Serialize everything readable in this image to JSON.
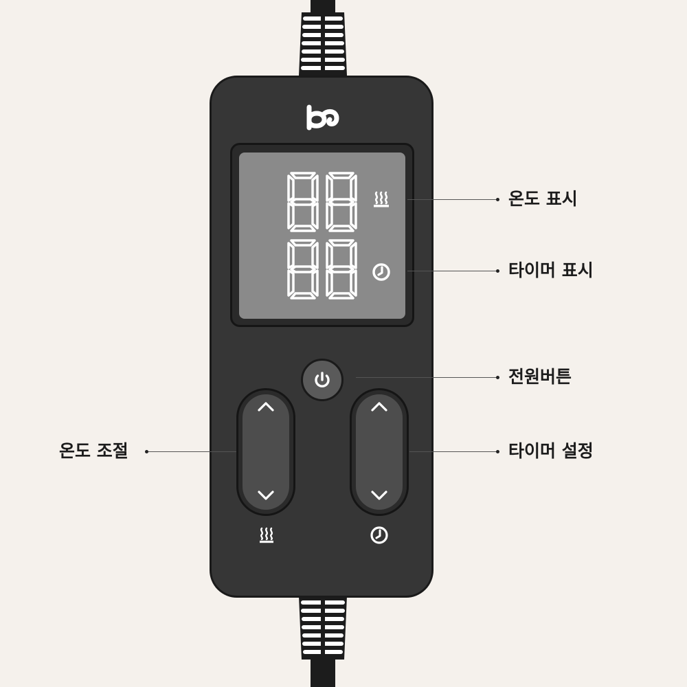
{
  "display": {
    "temperature_digits": "88",
    "timer_digits": "88"
  },
  "icons": {
    "logo": "brand-logo",
    "heat": "heat-waves-icon",
    "clock": "clock-icon",
    "power": "power-icon",
    "up": "chevron-up-icon",
    "down": "chevron-down-icon"
  },
  "callouts": {
    "temperature_display": "온도 표시",
    "timer_display": "타이머 표시",
    "power_button": "전원버튼",
    "temperature_control": "온도 조절",
    "timer_setting": "타이머 설정"
  },
  "colors": {
    "background": "#f5f1ec",
    "body": "#363636",
    "lcd": "#8a8a8a",
    "segment": "#ffffff"
  }
}
